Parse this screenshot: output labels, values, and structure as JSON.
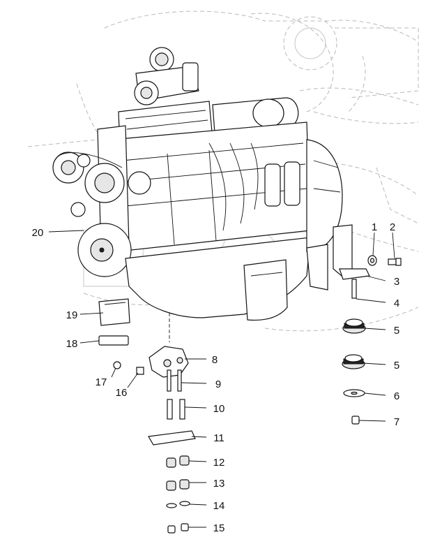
{
  "figure": {
    "callouts": [
      {
        "num": "1"
      },
      {
        "num": "2"
      },
      {
        "num": "3"
      },
      {
        "num": "4"
      },
      {
        "num": "5"
      },
      {
        "num": "5"
      },
      {
        "num": "6"
      },
      {
        "num": "7"
      },
      {
        "num": "8"
      },
      {
        "num": "9"
      },
      {
        "num": "10"
      },
      {
        "num": "11"
      },
      {
        "num": "12"
      },
      {
        "num": "13"
      },
      {
        "num": "14"
      },
      {
        "num": "15"
      },
      {
        "num": "16"
      },
      {
        "num": "17"
      },
      {
        "num": "18"
      },
      {
        "num": "19"
      },
      {
        "num": "20"
      }
    ]
  }
}
